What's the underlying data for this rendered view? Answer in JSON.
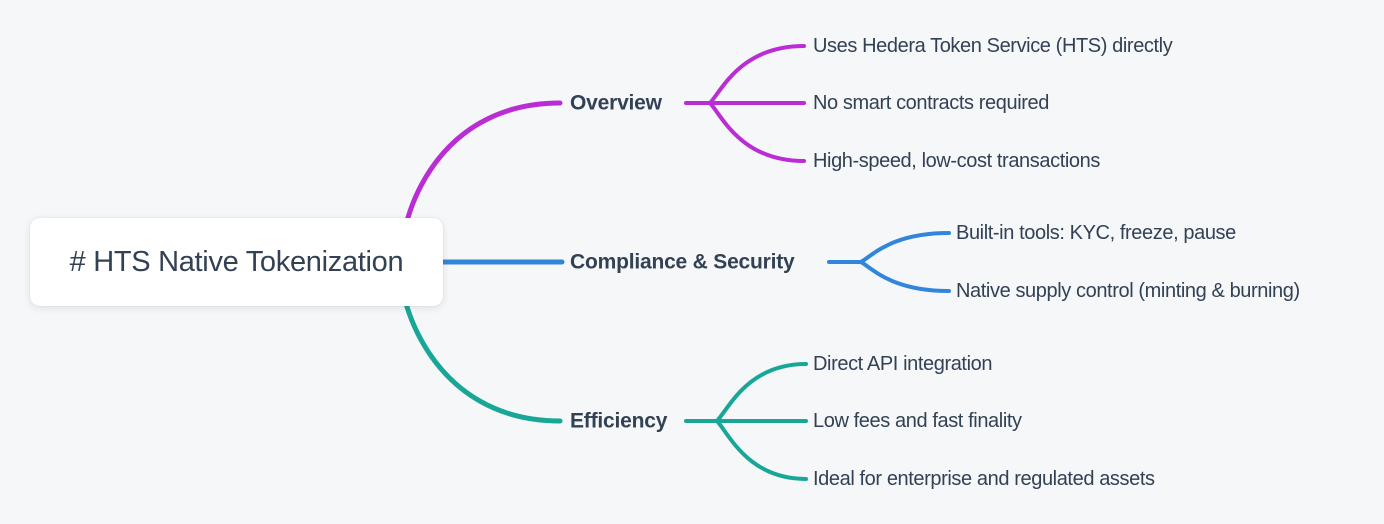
{
  "page": {
    "background_color": "#f5f7f9",
    "text_color": "#334155"
  },
  "root": {
    "label": "# HTS Native Tokenization",
    "box_color": "#ffffff"
  },
  "branches": [
    {
      "label": "Overview",
      "color": "#bb2dd4",
      "children": [
        "Uses Hedera Token Service (HTS) directly",
        "No smart contracts required",
        "High-speed, low-cost transactions"
      ]
    },
    {
      "label": "Compliance & Security",
      "color": "#3185db",
      "children": [
        "Built-in tools: KYC, freeze, pause",
        "Native supply control (minting & burning)"
      ]
    },
    {
      "label": "Efficiency",
      "color": "#18a797",
      "children": [
        "Direct API integration",
        "Low fees and fast finality",
        "Ideal for enterprise and regulated assets"
      ]
    }
  ]
}
